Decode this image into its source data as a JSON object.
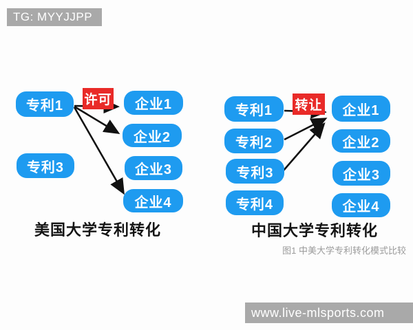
{
  "page": {
    "watermark_top": "TG: MYYJJPP",
    "watermark_bottom": "www.live-mlsports.com",
    "figure_caption": "图1 中美大学专利转化模式比较"
  },
  "colors": {
    "node_blue": "#1e9bf0",
    "label_red": "#e92a28",
    "watermark_gray": "#a9a9a9",
    "arrow_black": "#111111"
  },
  "left_diagram": {
    "caption": "美国大学专利转化",
    "action_label": "许可",
    "patents": [
      "专利1",
      "专利3"
    ],
    "enterprises": [
      "企业1",
      "企业2",
      "企业3",
      "企业4"
    ],
    "arrows": [
      {
        "from": "专利1",
        "to": "企业1"
      },
      {
        "from": "专利1",
        "to": "企业2"
      },
      {
        "from": "专利1",
        "to": "企业4"
      }
    ]
  },
  "right_diagram": {
    "caption": "中国大学专利转化",
    "action_label": "转让",
    "patents": [
      "专利1",
      "专利2",
      "专利3",
      "专利4"
    ],
    "enterprises": [
      "企业1",
      "企业2",
      "企业3",
      "企业4"
    ],
    "arrows": [
      {
        "from": "专利1",
        "to": "企业1"
      },
      {
        "from": "专利2",
        "to": "企业1"
      },
      {
        "from": "专利3",
        "to": "企业1"
      }
    ]
  }
}
